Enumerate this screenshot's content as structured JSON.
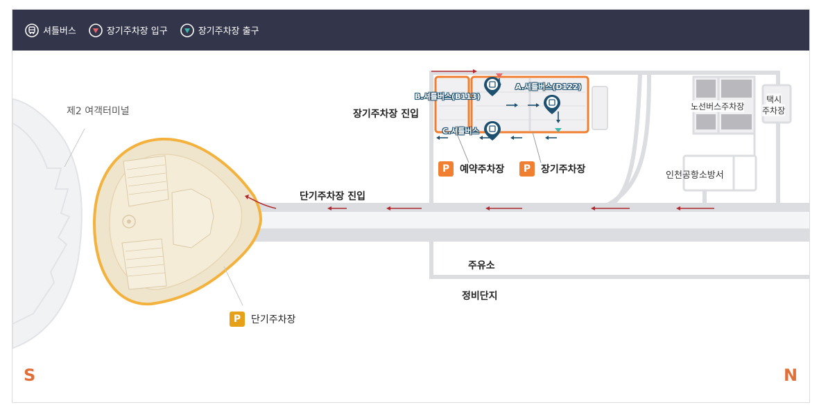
{
  "legend": {
    "shuttle_bus": "셔틀버스",
    "long_term_entrance": "장기주차장 입구",
    "long_term_exit": "장기주차장 출구"
  },
  "labels": {
    "terminal2": "제2 여객터미널",
    "long_term_entry": "장기주차장 진입",
    "short_term_entry": "단기주차장 진입",
    "gas_station": "주유소",
    "maintenance": "정비단지",
    "fire_station": "인천공항소방서",
    "express_bus_parking": "노선버스주차장",
    "taxi_parking_line1": "택시",
    "taxi_parking_line2": "주차장"
  },
  "bus_stops": {
    "a": "A.셔틀버스(D122)",
    "b": "B.셔틀버스(B113)",
    "c": "C.셔틀버스"
  },
  "parking": {
    "badge": "P",
    "reserved": "예약주차장",
    "long_term": "장기주차장",
    "short_term": "단기주차장"
  },
  "compass": {
    "south": "S",
    "north": "N"
  },
  "colors": {
    "header_bg": "#33364a",
    "road": "#dcdde1",
    "arrow": "#b0262c",
    "parking_orange": "#f07f32",
    "short_term_amber": "#e6a118",
    "bus_marker": "#1d4f6e",
    "entrance": "#e8676b",
    "exit": "#3fb6b0"
  }
}
